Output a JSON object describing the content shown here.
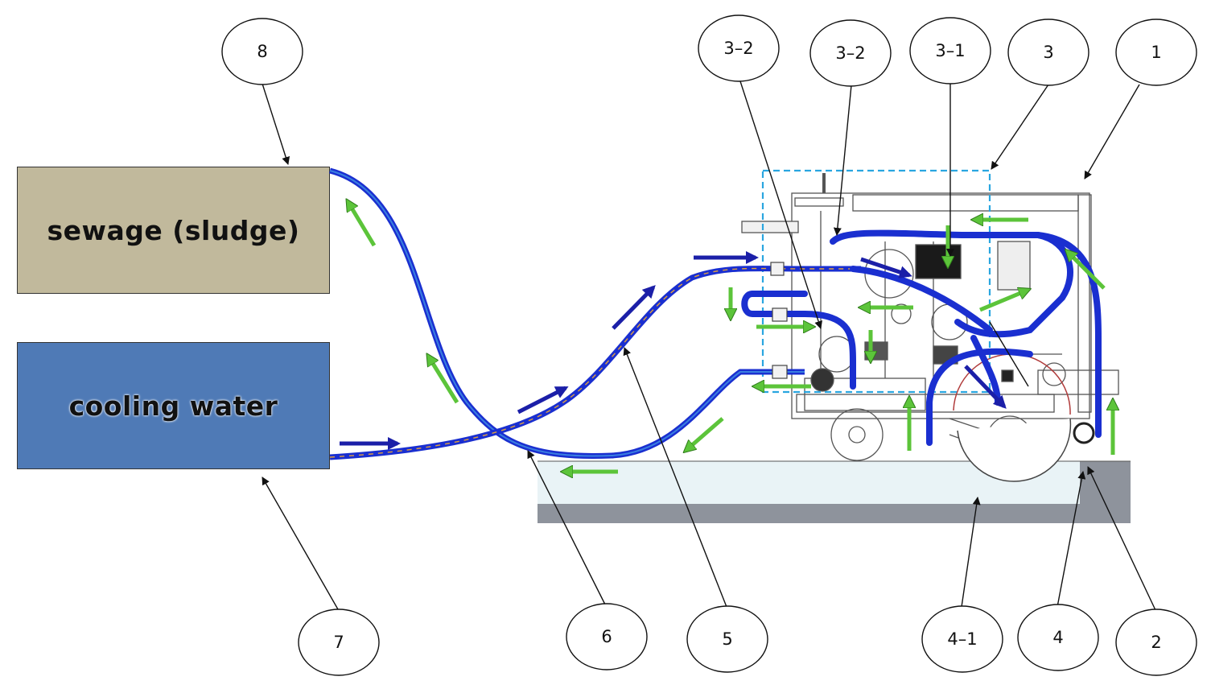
{
  "boxes": {
    "sewage": "sewage (sludge)",
    "cooling": "cooling water"
  },
  "callouts": [
    {
      "id": "8",
      "label": "8"
    },
    {
      "id": "3-2a",
      "label": "3–2"
    },
    {
      "id": "3-2b",
      "label": "3–2"
    },
    {
      "id": "3-1",
      "label": "3–1"
    },
    {
      "id": "3",
      "label": "3"
    },
    {
      "id": "1",
      "label": "1"
    },
    {
      "id": "7",
      "label": "7"
    },
    {
      "id": "6",
      "label": "6"
    },
    {
      "id": "5",
      "label": "5"
    },
    {
      "id": "4-1",
      "label": "4–1"
    },
    {
      "id": "4",
      "label": "4"
    },
    {
      "id": "2",
      "label": "2"
    }
  ],
  "colors": {
    "hose_blue": "#1a2fd0",
    "hose_light": "#3a7fe0",
    "flow_green": "#5cc43a",
    "arrow_navy": "#1b1fa8",
    "dashed_box": "#2aa6e0",
    "ground": "#8e939c",
    "ground_light": "#e9f3f6"
  }
}
